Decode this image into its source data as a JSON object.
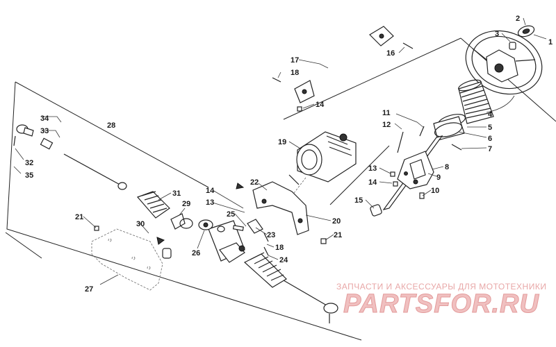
{
  "callouts": [
    {
      "id": "1",
      "label": "1"
    },
    {
      "id": "2",
      "label": "2"
    },
    {
      "id": "3",
      "label": "3"
    },
    {
      "id": "4",
      "label": "4"
    },
    {
      "id": "5",
      "label": "5"
    },
    {
      "id": "6",
      "label": "6"
    },
    {
      "id": "7",
      "label": "7"
    },
    {
      "id": "8",
      "label": "8"
    },
    {
      "id": "9",
      "label": "9"
    },
    {
      "id": "10",
      "label": "10"
    },
    {
      "id": "11",
      "label": "11"
    },
    {
      "id": "12",
      "label": "12"
    },
    {
      "id": "13a",
      "label": "13"
    },
    {
      "id": "14a",
      "label": "14"
    },
    {
      "id": "15",
      "label": "15"
    },
    {
      "id": "16",
      "label": "16"
    },
    {
      "id": "17",
      "label": "17"
    },
    {
      "id": "18a",
      "label": "18"
    },
    {
      "id": "14b",
      "label": "14"
    },
    {
      "id": "19",
      "label": "19"
    },
    {
      "id": "20",
      "label": "20"
    },
    {
      "id": "21a",
      "label": "21"
    },
    {
      "id": "22",
      "label": "22"
    },
    {
      "id": "14c",
      "label": "14"
    },
    {
      "id": "13b",
      "label": "13"
    },
    {
      "id": "25",
      "label": "25"
    },
    {
      "id": "23",
      "label": "23"
    },
    {
      "id": "18b",
      "label": "18"
    },
    {
      "id": "24",
      "label": "24"
    },
    {
      "id": "26",
      "label": "26"
    },
    {
      "id": "28",
      "label": "28"
    },
    {
      "id": "34",
      "label": "34"
    },
    {
      "id": "33",
      "label": "33"
    },
    {
      "id": "32",
      "label": "32"
    },
    {
      "id": "35",
      "label": "35"
    },
    {
      "id": "31",
      "label": "31"
    },
    {
      "id": "29",
      "label": "29"
    },
    {
      "id": "30",
      "label": "30"
    },
    {
      "id": "21b",
      "label": "21"
    },
    {
      "id": "27",
      "label": "27"
    }
  ],
  "watermark": {
    "tagline": "ЗАПЧАСТИ И АКСЕССУАРЫ ДЛЯ МОТОТЕХНИКИ",
    "brand": "PARTSFOR.RU"
  }
}
